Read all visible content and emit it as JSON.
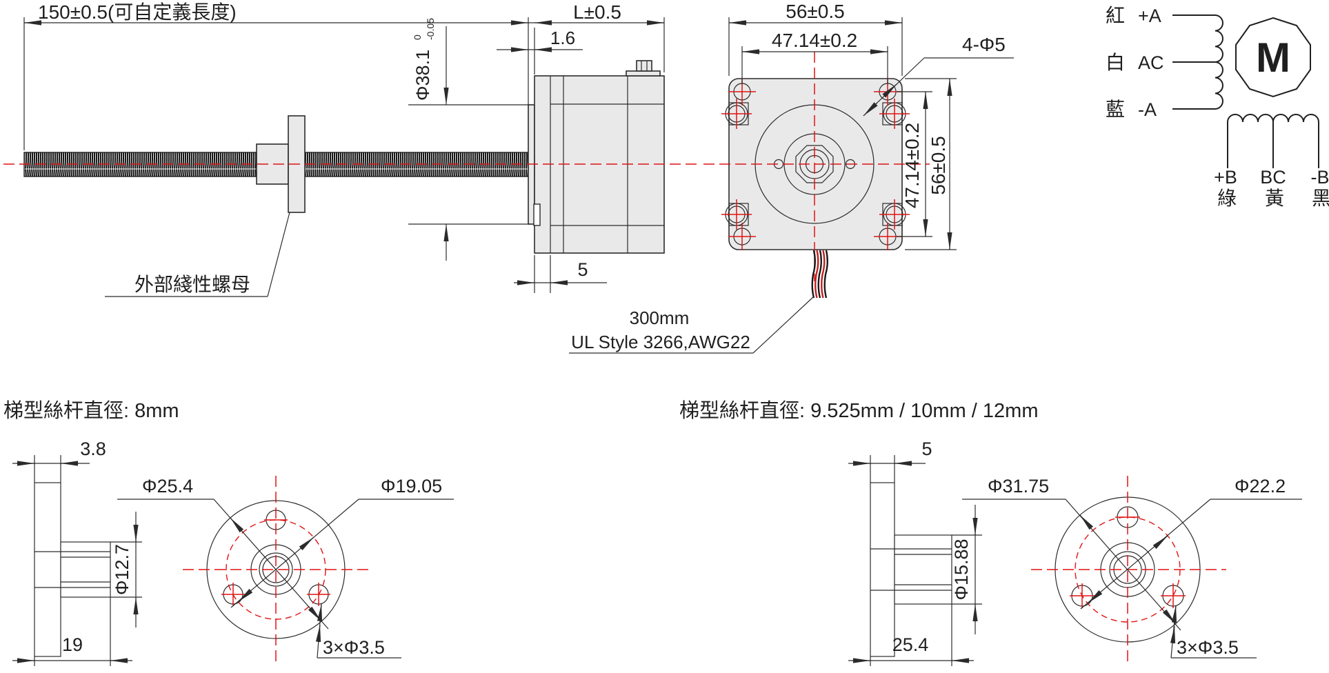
{
  "drawing": {
    "main_view": {
      "screw_length_dim": "150±0.5(可自定義長度)",
      "motor_length_dim": "L±0.5",
      "boss_height_dim": "1.6",
      "boss_dia_dim": "Φ38.1",
      "boss_dia_tol_upper": "0",
      "boss_dia_tol_lower": "-0.05",
      "front_plate_dim": "5",
      "nut_callout": "外部綫性螺母"
    },
    "face_view": {
      "width_dim": "56±0.5",
      "hole_spacing_h_dim": "47.14±0.2",
      "mount_holes_callout": "4-Φ5",
      "hole_spacing_v_dim": "47.14±0.2",
      "height_dim": "56±0.5",
      "cable_length": "300mm",
      "cable_spec": "UL Style 3266,AWG22"
    },
    "wiring_diagram": {
      "motor_symbol": "M",
      "phase_a_leads": [
        {
          "wire_color": "紅",
          "terminal": "+A"
        },
        {
          "wire_color": "白",
          "terminal": "AC"
        },
        {
          "wire_color": "藍",
          "terminal": "-A"
        }
      ],
      "phase_b_leads": [
        {
          "terminal": "+B",
          "wire_color": "綠"
        },
        {
          "terminal": "BC",
          "wire_color": "黃"
        },
        {
          "terminal": "-B",
          "wire_color": "黑"
        }
      ]
    },
    "nut_detail_8mm": {
      "title": "梯型絲杆直徑:  8mm",
      "flange_thickness_dim": "3.8",
      "outer_dia_dim": "Φ25.4",
      "bolt_circle_dim": "Φ19.05",
      "hub_dia_dim": "Φ12.7",
      "length_dim": "19",
      "mount_holes_dim": "3×Φ3.5"
    },
    "nut_detail_large": {
      "title": "梯型絲杆直徑:  9.525mm / 10mm / 12mm",
      "flange_thickness_dim": "5",
      "outer_dia_dim": "Φ31.75",
      "bolt_circle_dim": "Φ22.2",
      "hub_dia_dim": "Φ15.88",
      "length_dim": "25.4",
      "mount_holes_dim": "3×Φ3.5"
    },
    "colors": {
      "line": "#2b2b2b",
      "centerline_red": "#e01212",
      "body_fill": "#e9e9e9"
    }
  }
}
